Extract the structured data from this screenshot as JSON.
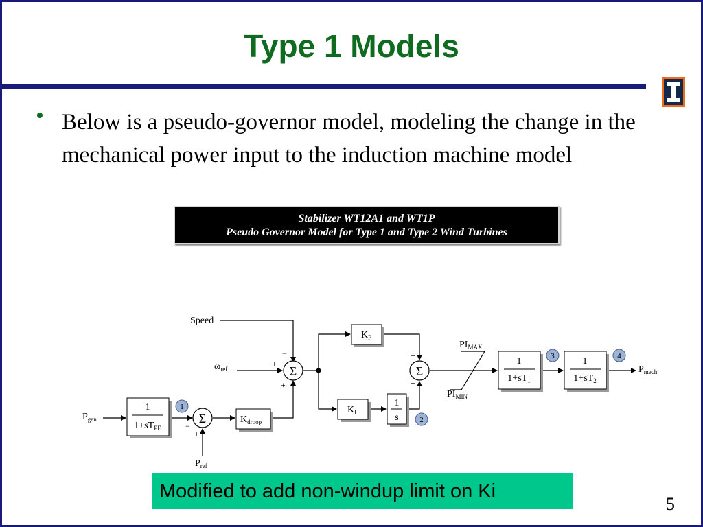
{
  "title": "Type 1 Models",
  "bullet": "Below is a pseudo-governor model, modeling the change in the mechanical power input to the induction machine model",
  "banner": {
    "line1": "Stabilizer WT12A1 and WT1P",
    "line2": "Pseudo Governor Model for Type 1 and Type 2 Wind Turbines"
  },
  "diagram": {
    "inputs": {
      "speed": "Speed",
      "omega_ref": "ω",
      "omega_ref_sub": "ref",
      "p_gen": "P",
      "p_gen_sub": "gen",
      "p_ref": "P",
      "p_ref_sub": "ref"
    },
    "blocks": {
      "filter_num": "1",
      "filter_den": "1+sT",
      "filter_den_sub": "PE",
      "kdroop": "K",
      "kdroop_sub": "droop",
      "kp": "K",
      "kp_sub": "P",
      "ki": "K",
      "ki_sub": "I",
      "integrator_num": "1",
      "integrator_den": "s",
      "lag1_num": "1",
      "lag1_den": "1+sT",
      "lag1_den_sub": "1",
      "lag2_num": "1",
      "lag2_den": "1+sT",
      "lag2_den_sub": "2"
    },
    "limits": {
      "pi_max": "PI",
      "pi_max_sub": "MAX",
      "pi_min": "PI",
      "pi_min_sub": "MIN"
    },
    "output": {
      "label": "P",
      "sub": "mech"
    },
    "sum_symbol": "Σ",
    "signs": {
      "plus": "+",
      "minus": "−"
    },
    "markers": [
      "1",
      "2",
      "3",
      "4"
    ]
  },
  "note": "Modified to add non-windup limit on Ki",
  "page_number": "5",
  "colors": {
    "title": "#0f6b1f",
    "rule": "#1a1a7a",
    "note_bg": "#00c78c",
    "marker_fill": "#9db3d6",
    "block_shadow": "#9a9a9a"
  }
}
